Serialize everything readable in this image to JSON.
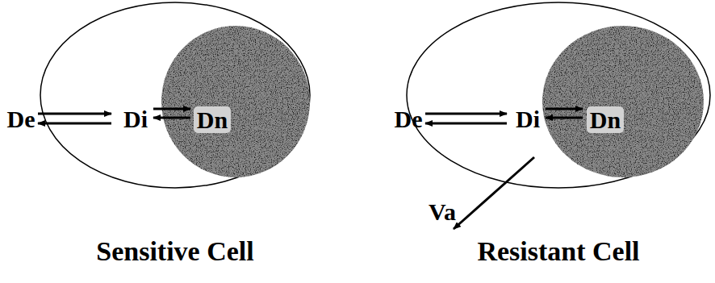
{
  "diagram": {
    "nodes": [
      {
        "text": [
          "Sensitive Cell"
        ]
      },
      {
        "text": [
          "Dn"
        ],
        "in": 0
      },
      {
        "text": [
          "Resistant Cell"
        ]
      },
      {
        "text": [
          "Dn"
        ],
        "in": 2
      }
    ],
    "labels": [
      "De",
      "Di",
      "De",
      "Di",
      "Va"
    ]
  }
}
